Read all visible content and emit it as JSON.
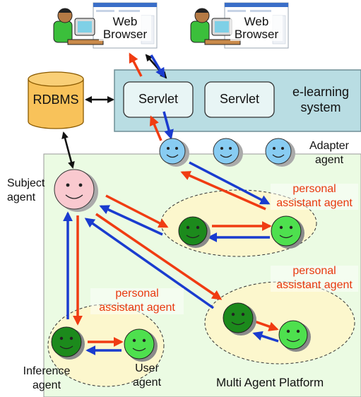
{
  "browsers": [
    {
      "line1": "Web",
      "line2": "Browser"
    },
    {
      "line1": "Web",
      "line2": "Browser"
    }
  ],
  "rdbms": "RDBMS",
  "servlets": [
    "Servlet",
    "Servlet"
  ],
  "elearning": {
    "line1": "e-learning",
    "line2": "system"
  },
  "adapter": {
    "line1": "Adapter",
    "line2": "agent"
  },
  "subject": {
    "line1": "Subject",
    "line2": "agent"
  },
  "personal_assistant": [
    {
      "line1": "personal",
      "line2": "assistant agent"
    },
    {
      "line1": "personal",
      "line2": "assistant agent"
    },
    {
      "line1": "personal",
      "line2": "assistant agent"
    }
  ],
  "inference": {
    "line1": "Inference",
    "line2": "agent"
  },
  "user": {
    "line1": "User",
    "line2": "agent"
  },
  "platform": "Multi Agent Platform",
  "colors": {
    "platform_bg": "#ebfbe3",
    "elearning_bg": "#b9dde3",
    "db_fill": "#f8c25a",
    "arrow_red": "#f03c12",
    "arrow_blue": "#1a3ccf",
    "agent_blue": "#88ccf2",
    "agent_pink": "#f9c9cf",
    "agent_dark_green": "#1c8a1c",
    "agent_light_green": "#4ee04e",
    "ellipse_fill": "#fcf7cd"
  }
}
